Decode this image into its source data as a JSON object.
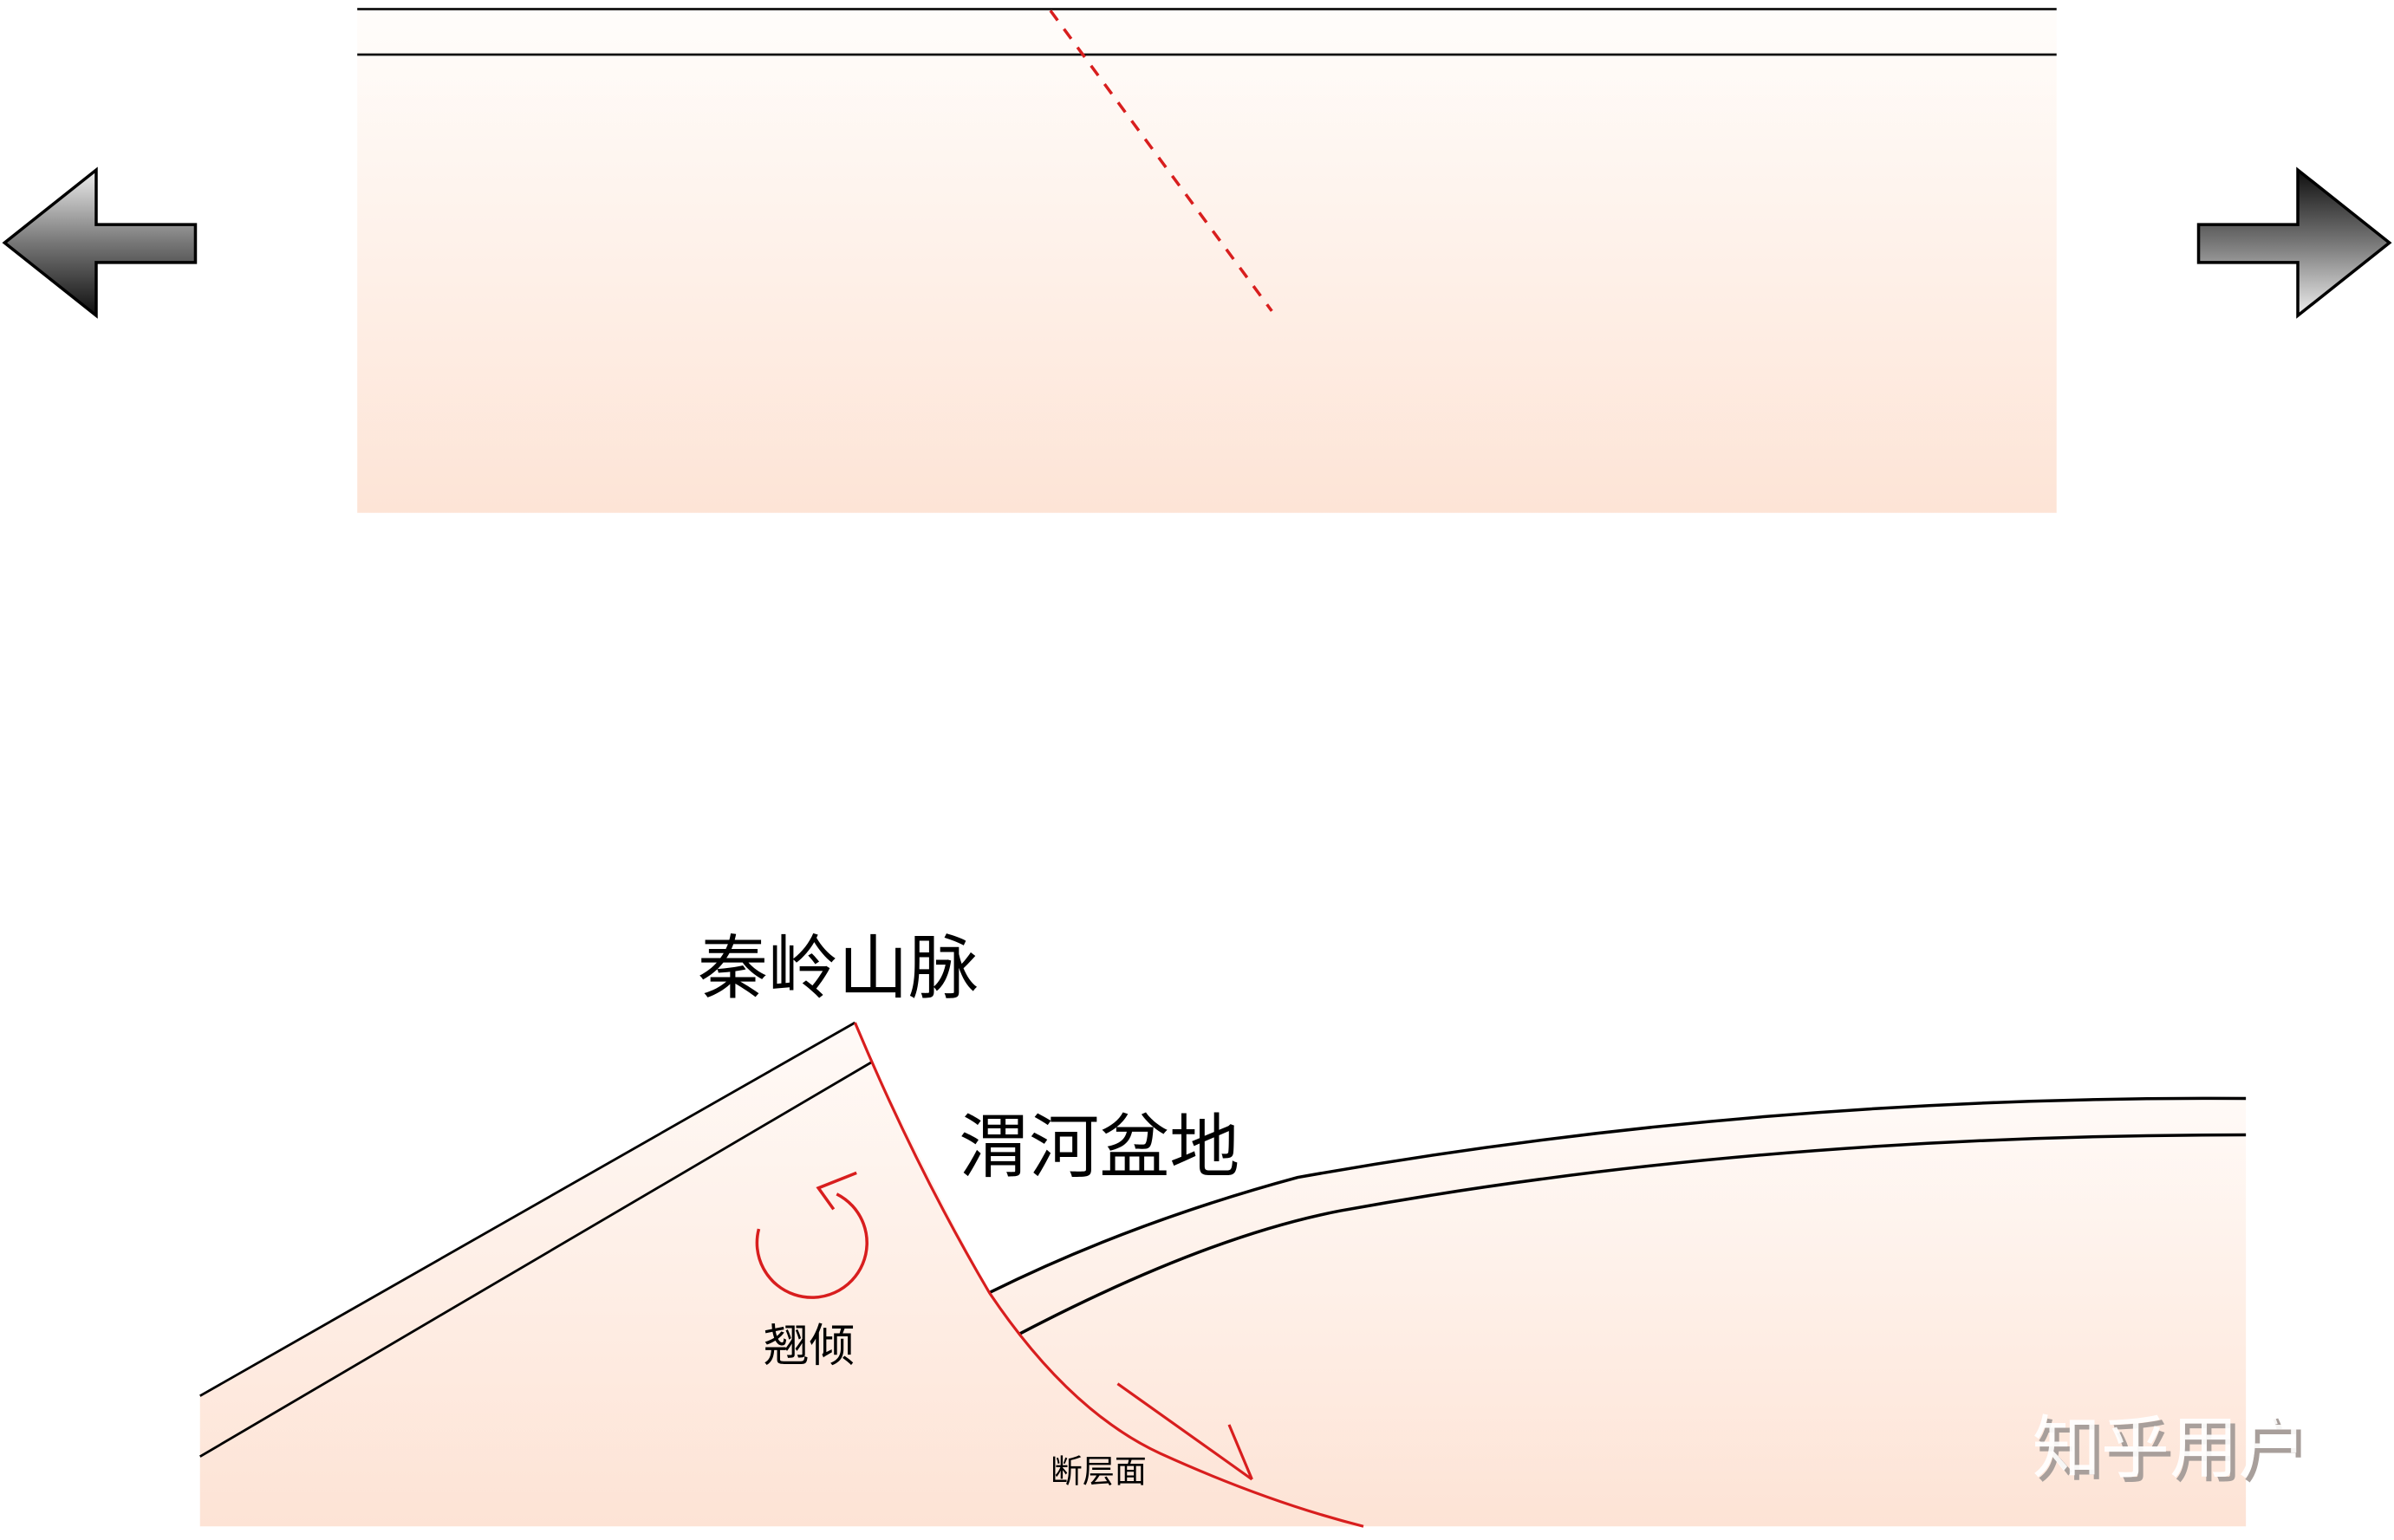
{
  "labels": {
    "mountain": "秦岭山脉",
    "basin": "渭河盆地",
    "rotation": "翘倾",
    "fault_plane": "断层面",
    "watermark": "知乎用户"
  },
  "icons": {
    "left_arrow": "extension-arrow-left-icon",
    "right_arrow": "extension-arrow-right-icon",
    "rotation_arrow": "counterclockwise-rotation-arrow-icon",
    "slip_arrow": "fault-slip-arrow-icon"
  },
  "colors": {
    "fault": "#d81e1e",
    "strata_line": "#000000",
    "rock_top": "#fffdfb",
    "rock_bottom": "#fde5d8",
    "arrow_light": "#e6e6e6",
    "arrow_dark": "#111111",
    "watermark_shadow": "#a89f9b"
  }
}
